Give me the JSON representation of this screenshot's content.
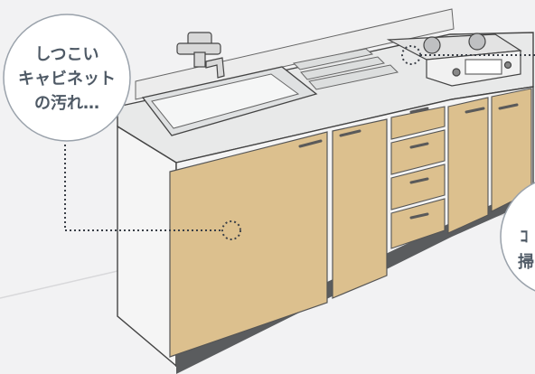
{
  "callouts": {
    "left": {
      "lines": [
        "しつこい",
        "キャビネット",
        "の汚れ…"
      ]
    },
    "right": {
      "lines": [
        "ｺ",
        "掃"
      ]
    }
  },
  "colors": {
    "background": "#f2f2f3",
    "cabinet_door": "#dcc08e",
    "cabinet_frame": "#f3f3f3",
    "counter_top": "#e9eaea",
    "outline": "#444444",
    "plinth": "#5a5c5e",
    "callout_bg": "#ffffff",
    "callout_text": "#4f5a66",
    "dotted_line": "#3a3f47"
  },
  "icons": [
    "faucet-icon",
    "gas-stove-icon",
    "sink-basin-icon",
    "handle-icon"
  ]
}
